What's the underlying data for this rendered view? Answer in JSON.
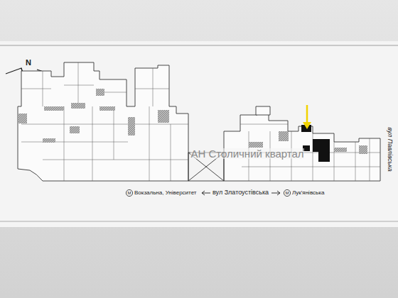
{
  "diagram": {
    "labels": [
      "N",
      "М",
      "Вокзальна, Університет",
      "вул Златоустівська",
      "М",
      "Лук'янівська",
      "вул Павлівська",
      "АН Столичний квартал"
    ]
  }
}
